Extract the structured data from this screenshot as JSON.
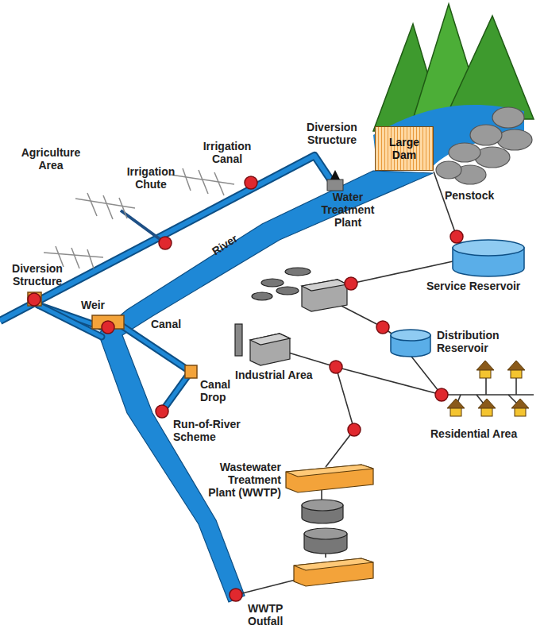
{
  "diagram": {
    "nodes": [
      {
        "text": [
          "Large Dam"
        ]
      }
    ],
    "labels": [
      "Diversion Structure",
      "Irrigation Canal",
      "Agriculture Area",
      "Irrigation Chute",
      "Penstock",
      "Water Treatment Plant",
      "River",
      "Diversion Structure",
      "Service Reservoir",
      "Weir",
      "Distribution Reservoir",
      "Canal",
      "Industrial Area",
      "Canal Drop",
      "Residential Area",
      "Run-of-River Scheme",
      "Wastewater Treatment Plant (WWTP)",
      "WWTP Outfall"
    ]
  }
}
